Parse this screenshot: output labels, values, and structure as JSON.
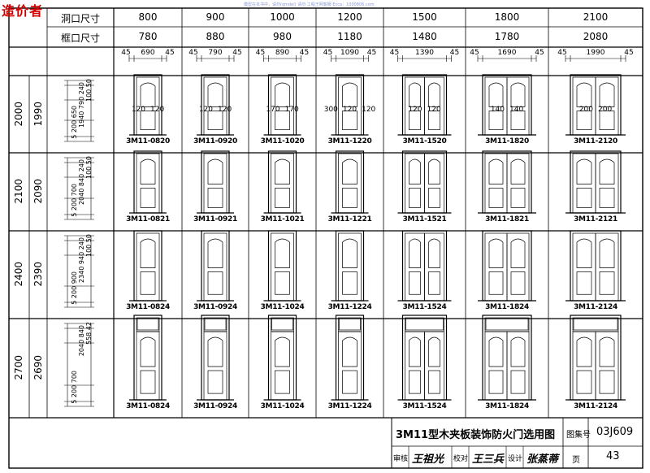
{
  "logo_text": "造价者",
  "watermark": "模型在本书中，请勿(qmdel) 请勿·工程王网客服 Ecca：1000806.com",
  "header": {
    "row1_label": "洞口尺寸",
    "row2_label": "框口尺寸",
    "hole_widths": [
      "800",
      "900",
      "1000",
      "1200",
      "1500",
      "1800",
      "2100"
    ],
    "frame_widths": [
      "780",
      "880",
      "980",
      "1180",
      "1480",
      "1780",
      "2080"
    ],
    "dims": [
      [
        "45",
        "690",
        "45"
      ],
      [
        "45",
        "790",
        "45"
      ],
      [
        "45",
        "890",
        "45"
      ],
      [
        "45",
        "1090",
        "45"
      ],
      [
        "45",
        "1390",
        "45"
      ],
      [
        "45",
        "1690",
        "45"
      ],
      [
        "45",
        "1990",
        "45"
      ]
    ]
  },
  "rows": [
    {
      "hole_h": "2000",
      "frame_h": "1990",
      "vdim_a": "5 200 650 ",
      "vdim_b": "1940 790 240",
      "vdim_c": "100 50",
      "codes": [
        "3M11-0820",
        "3M11-0920",
        "3M11-1020",
        "3M11-1220",
        "3M11-1520",
        "3M11-1820",
        "3M11-2120"
      ],
      "marks": [
        [
          "120",
          "120"
        ],
        [
          "120",
          "120"
        ],
        [
          "170",
          "170"
        ],
        [
          "300",
          "120",
          "120"
        ],
        [
          "120",
          "120"
        ],
        [
          "140",
          "140"
        ],
        [
          "200",
          "200"
        ]
      ]
    },
    {
      "hole_h": "2100",
      "frame_h": "2090",
      "vdim_a": "5 200 700",
      "vdim_b": "2040 840 240",
      "vdim_c": "100 50",
      "codes": [
        "3M11-0821",
        "3M11-0921",
        "3M11-1021",
        "3M11-1221",
        "3M11-1521",
        "3M11-1821",
        "3M11-2121"
      ]
    },
    {
      "hole_h": "2400",
      "frame_h": "2390",
      "vdim_a": "5 200 900",
      "vdim_b": "2340 940 240",
      "vdim_c": "100 50",
      "codes": [
        "3M11-0824",
        "3M11-0924",
        "3M11-1024",
        "3M11-1224",
        "3M11-1524",
        "3M11-1824",
        "3M11-2124"
      ]
    },
    {
      "hole_h": "2700",
      "frame_h": "2690",
      "vdim_a": "5 200 700",
      "vdim_b": "2040 840",
      "vdim_c": "558 42",
      "codes": [
        "3M11-0824",
        "3M11-0924",
        "3M11-1024",
        "3M11-1224",
        "3M11-1524",
        "3M11-1824",
        "3M11-2124"
      ]
    }
  ],
  "title_block": {
    "title": "3M11型木夹板装饰防火门选用图",
    "atlas_label": "图集号",
    "atlas_no": "03J609",
    "review_label": "审核",
    "review_sig": "王祖光",
    "check_label": "校对",
    "check_sig": "王三兵",
    "design_label": "设计",
    "design_sig": "张蒸蒂",
    "page_label": "页",
    "page_no": "43"
  }
}
